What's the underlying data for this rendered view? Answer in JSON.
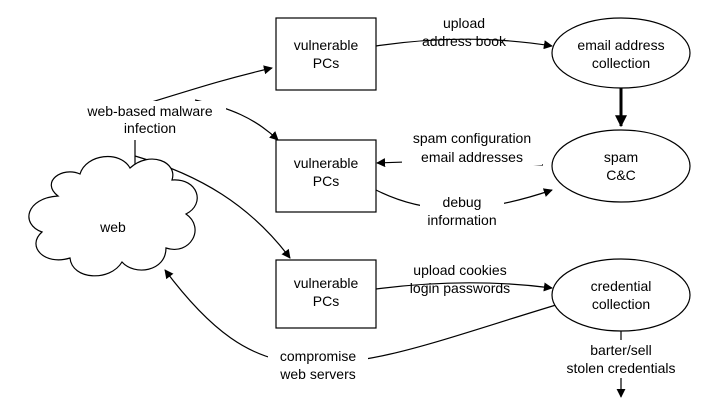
{
  "nodes": {
    "web": {
      "label": "web"
    },
    "pc1": {
      "label_line1": "vulnerable",
      "label_line2": "PCs"
    },
    "pc2": {
      "label_line1": "vulnerable",
      "label_line2": "PCs"
    },
    "pc3": {
      "label_line1": "vulnerable",
      "label_line2": "PCs"
    },
    "email_collection": {
      "label_line1": "email address",
      "label_line2": "collection"
    },
    "spam_cc": {
      "label_line1": "spam",
      "label_line2": "C&C"
    },
    "credential_collection": {
      "label_line1": "credential",
      "label_line2": "collection"
    }
  },
  "edge_labels": {
    "infection": {
      "line1": "web-based malware",
      "line2": "infection"
    },
    "upload_address": {
      "line1": "upload",
      "line2": "address book"
    },
    "spam_config": {
      "line1": "spam configuration",
      "line2": "email addresses"
    },
    "debug": {
      "line1": "debug",
      "line2": "information"
    },
    "upload_cookies": {
      "line1": "upload cookies",
      "line2": "login passwords"
    },
    "compromise": {
      "line1": "compromise",
      "line2": "web servers"
    },
    "barter": {
      "line1": "barter/sell",
      "line2": "stolen credentials"
    }
  }
}
